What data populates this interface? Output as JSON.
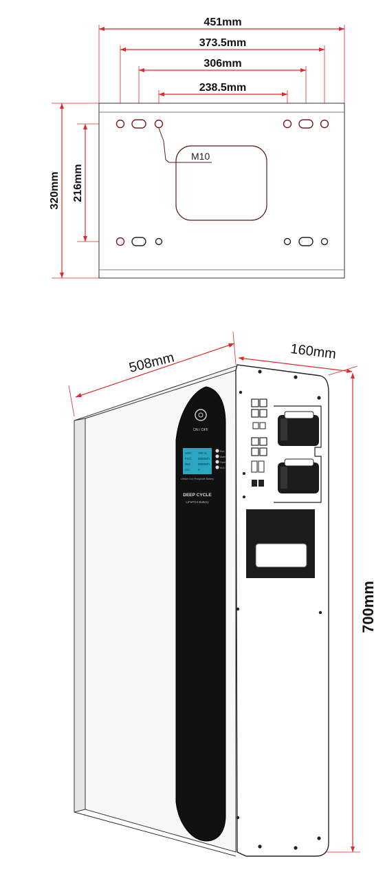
{
  "top_view": {
    "width_label": "451mm",
    "hole_span_1_label": "373.5mm",
    "hole_span_2_label": "306mm",
    "hole_span_3_label": "238.5mm",
    "height_label": "320mm",
    "hole_vertical_label": "216mm",
    "bolt_label": "M10"
  },
  "battery_view": {
    "width_label": "508mm",
    "depth_label": "160mm",
    "height_label": "700mm",
    "power_label": "ON / OFF",
    "lcd_rows": [
      {
        "key": "SOC:",
        "value": "100 %"
      },
      {
        "key": "FCC:",
        "value": "5000Wh"
      },
      {
        "key": "RM:",
        "value": "5000Wh"
      },
      {
        "key": "CC:",
        "value": "0"
      }
    ],
    "indicator_labels": [
      "Run",
      "Alarm",
      "Fault",
      "SOC"
    ],
    "small_caption": "Lithium Iron Phosphate Battery",
    "brand_title": "DEEP CYCLE",
    "brand_subtitle": "LiFePO4 Battery"
  },
  "colors": {
    "dimension": "#e0282a",
    "body": "#f4f4f4",
    "front_panel": "#111111",
    "lcd": "#2aa6c2"
  }
}
